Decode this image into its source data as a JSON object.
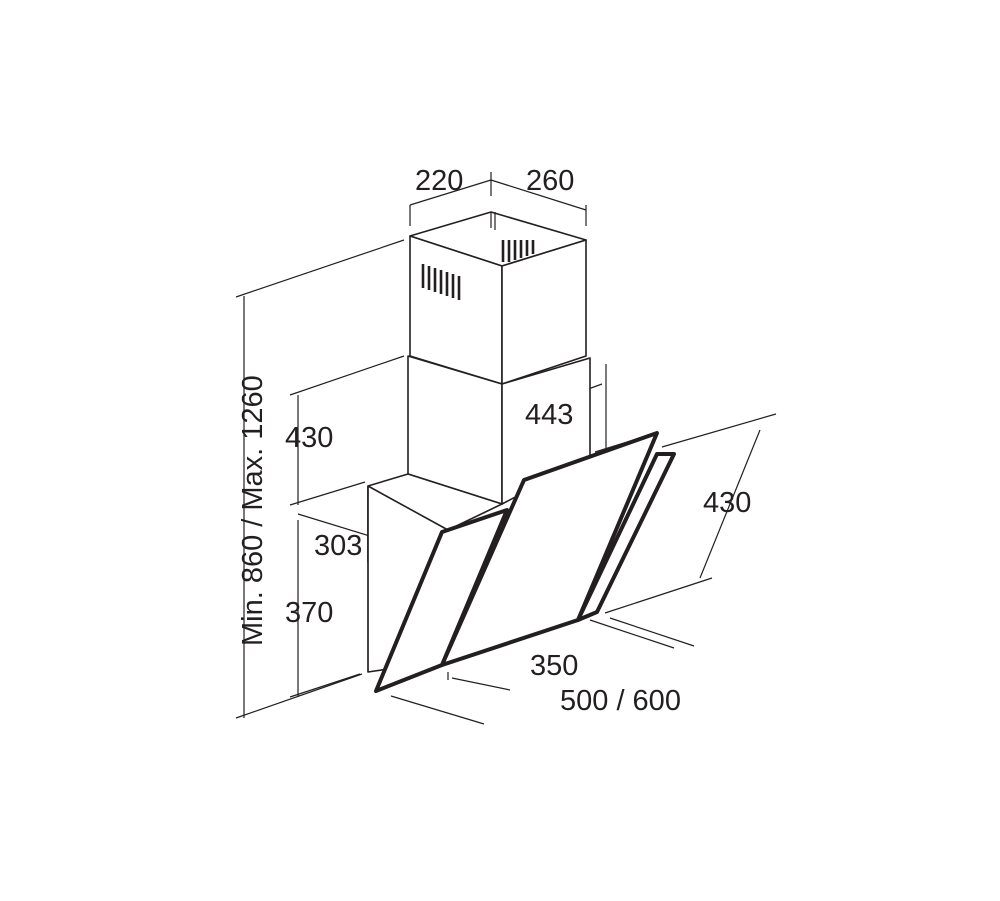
{
  "dimensions": {
    "chimney_width": "220",
    "chimney_depth": "260",
    "total_height": "Min. 860 / Max. 1260",
    "chimney_section_height": "430",
    "body_depth": "443",
    "body_width": "303",
    "body_height": "370",
    "glass_height": "430",
    "glass_depth": "350",
    "hood_width": "500 / 600"
  },
  "colors": {
    "line": "#231f20",
    "background": "#ffffff"
  }
}
